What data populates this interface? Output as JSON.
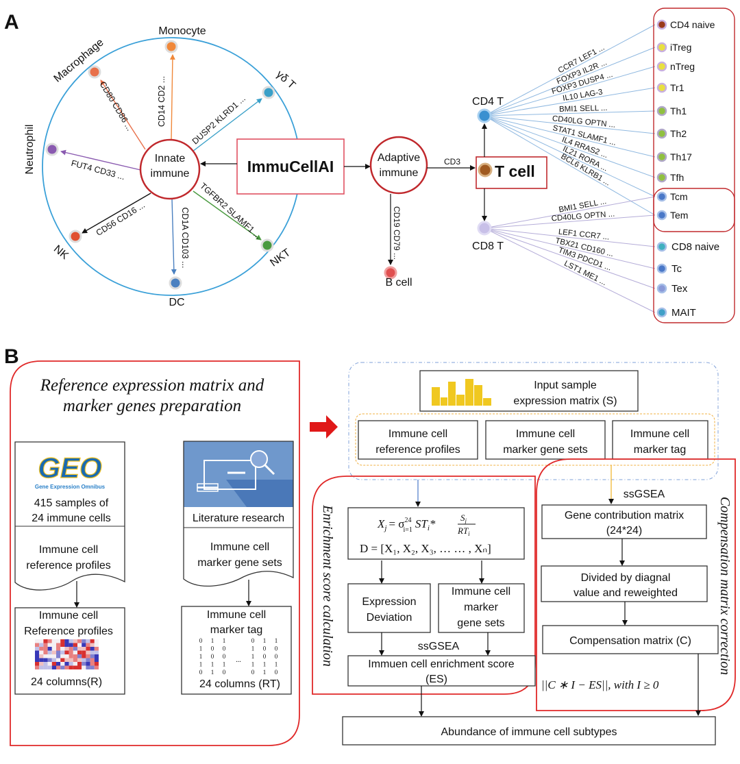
{
  "panel_a": {
    "label": "A",
    "center_title": "ImmuCellAI",
    "innate": {
      "line1": "Innate",
      "line2": "immune",
      "ring_color": "#3aa0d8",
      "cells": [
        {
          "name": "Monocyte",
          "markers": "CD14 CD2 ...",
          "color": "#f0883a"
        },
        {
          "name": "Macrophage",
          "markers": "CD80 CD86 ...",
          "color": "#e8704a"
        },
        {
          "name": "γδ T",
          "markers": "DUSP2 KLRD1 ...",
          "color": "#3aa0c8"
        },
        {
          "name": "Neutrophil",
          "markers": "FUT4 CD33 ...",
          "color": "#8a5ab0"
        },
        {
          "name": "NK",
          "markers": "CD56 CD16 ...",
          "color": "#111111"
        },
        {
          "name": "DC",
          "markers": "CD1A CD103 ...",
          "color": "#4a80c0"
        },
        {
          "name": "NKT",
          "markers": "TGFBR2 SLAMF1 ...",
          "color": "#4a9a40"
        }
      ]
    },
    "adaptive": {
      "line1": "Adaptive",
      "line2": "immune",
      "cd3": "CD3",
      "b_cell": {
        "name": "B cell",
        "markers": "CD19 CD79 ..."
      },
      "t_cell": "T cell",
      "cd4": "CD4 T",
      "cd8": "CD8 T",
      "cd4_line_color": "#8fb8e0",
      "cd8_line_color": "#b4acd8",
      "subtypes": [
        {
          "name": "CD4 naive",
          "color": "#9a3a1a"
        },
        {
          "name": "iTreg",
          "color": "#e8e040"
        },
        {
          "name": "nTreg",
          "color": "#e8e040"
        },
        {
          "name": "Tr1",
          "color": "#e8e040"
        },
        {
          "name": "Th1",
          "color": "#90c040"
        },
        {
          "name": "Th2",
          "color": "#90c040"
        },
        {
          "name": "Th17",
          "color": "#90c040"
        },
        {
          "name": "Tfh",
          "color": "#90c040"
        },
        {
          "name": "Tcm",
          "color": "#4a78c8"
        },
        {
          "name": "Tem",
          "color": "#4a78c8"
        },
        {
          "name": "CD8 naive",
          "color": "#40b0c0"
        },
        {
          "name": "Tc",
          "color": "#4a78c8"
        },
        {
          "name": "Tex",
          "color": "#8a9ad8"
        },
        {
          "name": "MAIT",
          "color": "#40a0c8"
        }
      ],
      "cd4_markers": [
        "CCR7 LEF1 ...",
        "FOXP3 IL2R ...",
        "FOXP3 DUSP4 ...",
        "IL10 LAG-3",
        "BMI1 SELL ...",
        "CD40LG OPTN ...",
        "STAT1 SLAMF1 ...",
        "IL4 RRAS2 ...",
        "IL21 RORA ...",
        "BCL6 KLRB1 ..."
      ],
      "cd8_markers": [
        "BMI1 SELL ...",
        "CD40LG OPTN ...",
        "LEF1 CCR7 ...",
        "TBX21 CD160 ...",
        "TIM3 PDCD1 ...",
        "LST1 ME1 ..."
      ]
    }
  },
  "panel_b": {
    "label": "B",
    "prep": {
      "title_line1": "Reference expression matrix and",
      "title_line2": "marker genes preparation",
      "geo_logo": "GEO",
      "geo_subtitle": "Gene Expression Omnibus",
      "geo_line1": "415 samples of",
      "geo_line2": "24 immune cells",
      "geo_doc_line1": "Immune cell",
      "geo_doc_line2": "reference profiles",
      "ref_box_line1": "Immune cell",
      "ref_box_line2": "Reference profiles",
      "ref_box_caption": "24 columns(R)",
      "lit_label": "Literature research",
      "lit_doc_line1": "Immune cell",
      "lit_doc_line2": "marker gene sets",
      "tag_box_line1": "Immune cell",
      "tag_box_line2": "marker tag",
      "tag_matrix_rows": [
        "0 1 1",
        "1 0 0",
        "1 0 0",
        "1 1 1",
        "0 1 0"
      ],
      "tag_ellipsis": "...",
      "tag_box_caption": "24 columns (RT)"
    },
    "inputs": {
      "sample_line1": "Input sample",
      "sample_line2": "expression matrix (S)",
      "ref_line1": "Immune cell",
      "ref_line2": "reference profiles",
      "genesets_line1": "Immune cell",
      "genesets_line2": "marker gene sets",
      "tag_line1": "Immune cell",
      "tag_line2": "marker tag"
    },
    "enrichment": {
      "title": "Enrichment score calculation",
      "formula_lhs": "X",
      "formula_lhs_sub": "j",
      "formula_eq": "= σ",
      "formula_sup": "24",
      "formula_sub": "i=1",
      "formula_term": "ST",
      "formula_term_sub": "i",
      "formula_times": "*",
      "formula_num": "S",
      "formula_num_sub": "j",
      "formula_den": "RT",
      "formula_den_sub": "i",
      "formula_d": "D  =   [X₁, X₂, X₃,  … … , Xₙ]",
      "deviation_line1": "Expression",
      "deviation_line2": "Deviation",
      "genesets_line1": "Immune cell",
      "genesets_line2": "marker",
      "genesets_line3": "gene sets",
      "ssgsea": "ssGSEA",
      "es_line1": "Immuen cell enrichment score",
      "es_line2": "(ES)"
    },
    "compensation": {
      "title": "Compensation matrix correction",
      "ssgsea": "ssGSEA",
      "gene_line1": "Gene contribution matrix",
      "gene_line2": "(24*24)",
      "divided_line1": "Divided by diagnal",
      "divided_line2": "value and reweighted",
      "matrix": "Compensation matrix (C)",
      "objective": "||C   ∗ I − ES||, with I ≥ 0"
    },
    "result": "Abundance of immune cell subtypes",
    "colors": {
      "frame_red": "#e02828",
      "blue_dash": "#7fa0d8",
      "orange_dash": "#f0b040",
      "bars": "#f0c820",
      "arrow_red": "#e01818"
    }
  }
}
